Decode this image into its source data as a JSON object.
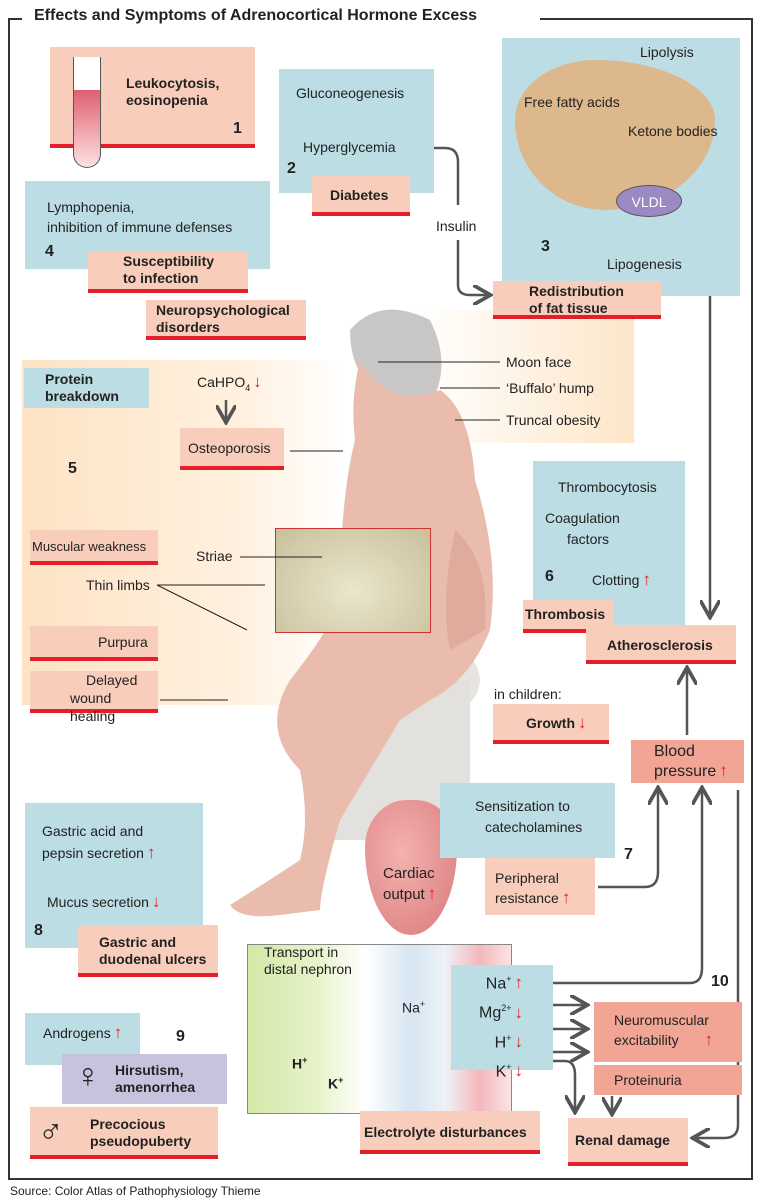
{
  "title": "Effects and Symptoms of Adrenocortical Hormone Excess",
  "source": "Source: Color Atlas of Pathophysiology Thieme",
  "s1": {
    "text1": "Leukocytosis,",
    "text2": "eosinopenia",
    "num": "1"
  },
  "s2": {
    "gluco": "Gluconeogenesis",
    "hyper": "Hyperglycemia",
    "num": "2",
    "diabetes": "Diabetes"
  },
  "s3": {
    "lipolysis": "Lipolysis",
    "ffa": "Free fatty acids",
    "ketone": "Ketone bodies",
    "vldl": "VLDL",
    "lipogenesis": "Lipogenesis",
    "num": "3"
  },
  "insulin": "Insulin",
  "redistribution": [
    "Redistribution",
    "of fat tissue"
  ],
  "s4": {
    "text1": "Lymphopenia,",
    "text2": "inhibition of immune defenses",
    "num": "4",
    "susc": [
      "Susceptibility",
      "to infection"
    ]
  },
  "neuro": [
    "Neuropsychological",
    "disorders"
  ],
  "s5": {
    "protein": [
      "Protein",
      "breakdown"
    ],
    "cahpo": "CaHPO",
    "cahpo_sub": "4",
    "osteo": "Osteoporosis",
    "num": "5",
    "muscular": "Muscular weakness",
    "striae": "Striae",
    "thin": "Thin limbs",
    "purpura": "Purpura",
    "wound": [
      "Delayed",
      "wound healing"
    ]
  },
  "body": {
    "moon": "Moon face",
    "buffalo": "‘Buffalo’ hump",
    "truncal": "Truncal obesity"
  },
  "s6": {
    "thrombocytosis": "Thrombocytosis",
    "coag": [
      "Coagulation",
      "factors"
    ],
    "clotting": "Clotting",
    "num": "6",
    "thrombosis": "Thrombosis",
    "athero": "Atherosclerosis"
  },
  "children": "in children:",
  "growth": "Growth",
  "bp": [
    "Blood",
    "pressure"
  ],
  "s7": {
    "sens": [
      "Sensitization to",
      "catecholamines"
    ],
    "num": "7",
    "cardiac": [
      "Cardiac",
      "output"
    ],
    "peripheral": [
      "Peripheral",
      "resistance"
    ]
  },
  "s8": {
    "gastric": [
      "Gastric acid and",
      "pepsin secretion"
    ],
    "mucus": "Mucus secretion",
    "num": "8",
    "ulcers": [
      "Gastric and",
      "duodenal ulcers"
    ]
  },
  "s9": {
    "androgens": "Androgens",
    "num": "9",
    "hirsutism": [
      "Hirsutism,",
      "amenorrhea"
    ],
    "precocious": [
      "Precocious",
      "pseudopuberty"
    ]
  },
  "s10": {
    "transport": [
      "Transport in",
      "distal nephron"
    ],
    "na": "Na",
    "na_sup": "+",
    "h": "H",
    "h_sup": "+",
    "k": "K",
    "k_sup": "+",
    "mg": "Mg",
    "mg_sup": "2+",
    "num": "10",
    "electro": "Electrolyte disturbances",
    "neuromusc": [
      "Neuromuscular",
      "excitability"
    ],
    "proteinuria": "Proteinuria",
    "renal": "Renal damage"
  },
  "arrows": {
    "up": "↑",
    "down": "↓"
  },
  "colors": {
    "pink": "#f9cdbb",
    "blue": "#bcdde4",
    "red": "#e3202a",
    "purple": "#c8c2df"
  }
}
